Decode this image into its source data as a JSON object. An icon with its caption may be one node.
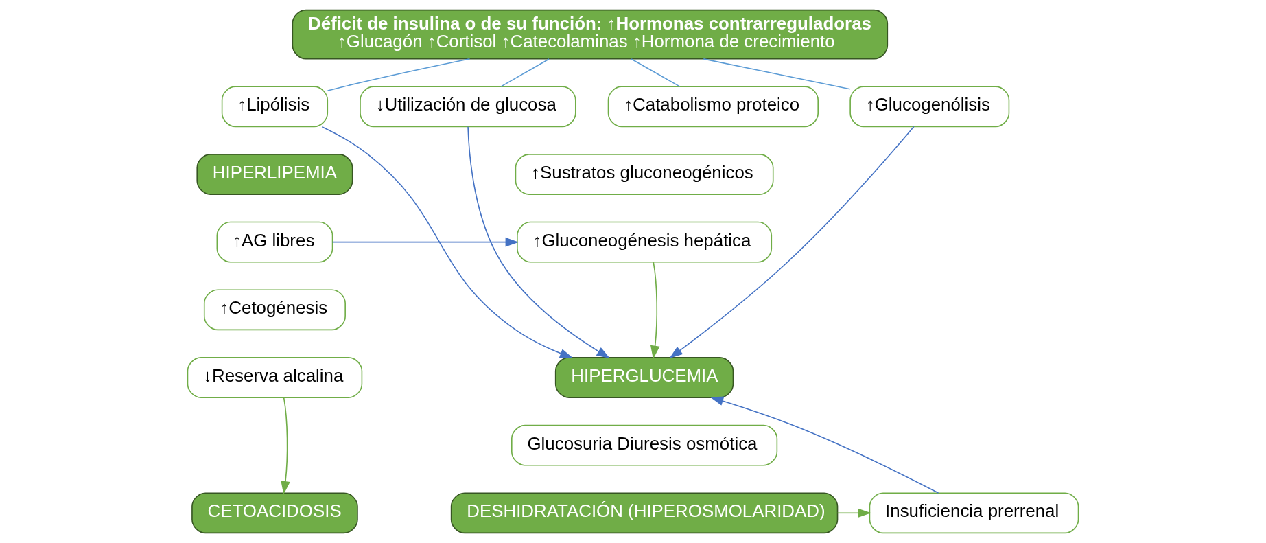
{
  "diagram": {
    "nodes": [
      {
        "text": [
          "Déficit de insulina o de su función: ↑Hormonas contrarreguladoras",
          "↑Glucagón ↑Cortisol ↑Catecolaminas ↑Hormona de crecimiento"
        ]
      },
      {
        "text": [
          "↑Lipólisis"
        ]
      },
      {
        "text": [
          "↓Utilización de glucosa"
        ]
      },
      {
        "text": [
          "↑Catabolismo proteico"
        ]
      },
      {
        "text": [
          "↑Glucogenólisis"
        ]
      },
      {
        "text": [
          "HIPERLIPEMIA"
        ]
      },
      {
        "text": [
          "↑Sustratos gluconeogénicos"
        ]
      },
      {
        "text": [
          "↑AG libres"
        ]
      },
      {
        "text": [
          "↑Gluconeogénesis hepática"
        ]
      },
      {
        "text": [
          "↑Cetogénesis"
        ]
      },
      {
        "text": [
          "↓Reserva alcalina"
        ]
      },
      {
        "text": [
          "HIPERGLUCEMIA"
        ]
      },
      {
        "text": [
          "Glucosuria Diuresis osmótica"
        ]
      },
      {
        "text": [
          "CETOACIDOSIS"
        ]
      },
      {
        "text": [
          "DESHIDRATACIÓN (HIPEROSMOLARIDAD)"
        ]
      },
      {
        "text": [
          "Insuficiencia prerrenal"
        ]
      }
    ],
    "edges": [
      {
        "from": 0,
        "to": 1,
        "arrow": "none",
        "color": "#5b9bd5"
      },
      {
        "from": 0,
        "to": 2,
        "arrow": "none",
        "color": "#5b9bd5"
      },
      {
        "from": 0,
        "to": 3,
        "arrow": "none",
        "color": "#5b9bd5"
      },
      {
        "from": 0,
        "to": 4,
        "arrow": "none",
        "color": "#5b9bd5"
      },
      {
        "from": 1,
        "to": 11,
        "arrow": "to"
      },
      {
        "from": 7,
        "to": 8,
        "arrow": "to"
      },
      {
        "from": 2,
        "to": 11,
        "arrow": "to"
      },
      {
        "from": 8,
        "to": 11,
        "arrow": "to",
        "color": "#70ad47"
      },
      {
        "from": 4,
        "to": 11,
        "arrow": "to"
      },
      {
        "from": 15,
        "to": 11,
        "arrow": "to"
      },
      {
        "from": 10,
        "to": 13,
        "arrow": "to",
        "color": "#70ad47"
      },
      {
        "from": 14,
        "to": 15,
        "arrow": "to",
        "color": "#70ad47"
      }
    ]
  }
}
